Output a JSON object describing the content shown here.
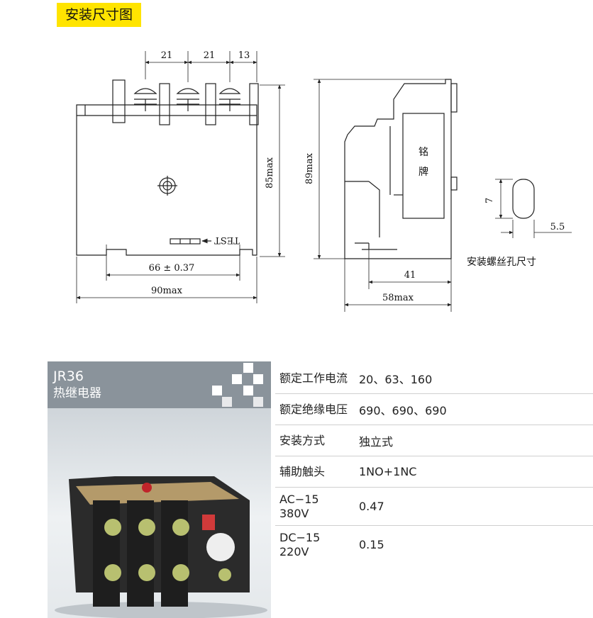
{
  "title": "安装尺寸图",
  "front_view": {
    "dims": {
      "top_a": "21",
      "top_b": "21",
      "top_c": "13",
      "height": "85max",
      "mount": "66 ± 0.37",
      "width": "90max"
    },
    "test_label": "TEST"
  },
  "side_view": {
    "dims": {
      "height": "89max",
      "mount": "41",
      "depth": "58max"
    },
    "nameplate": [
      "铭",
      "牌"
    ]
  },
  "hole": {
    "dim_h": "7",
    "dim_w": "5.5",
    "caption": "安装螺丝孔尺寸"
  },
  "product": {
    "model": "JR36",
    "name": "热继电器"
  },
  "specs": [
    {
      "key": "额定工作电流",
      "value": "20、63、160"
    },
    {
      "key": "额定绝缘电压",
      "value": "690、690、690"
    },
    {
      "key": "安装方式",
      "value": "独立式"
    },
    {
      "key": "辅助触头",
      "value": "1NO+1NC"
    },
    {
      "key": "AC−15\n380V",
      "value": "0.47"
    },
    {
      "key": "DC−15\n220V",
      "value": "0.15"
    }
  ],
  "colors": {
    "title_bg": "#ffe400",
    "card_header": "#8a939b",
    "line": "#222222"
  }
}
